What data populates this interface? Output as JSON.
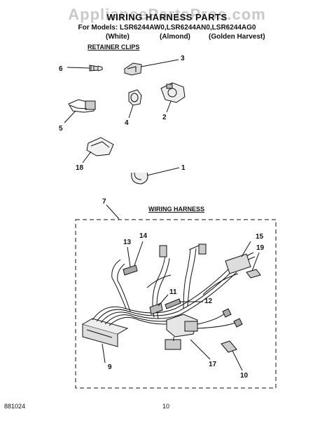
{
  "watermark": "AppliancePartsPros.com",
  "header": {
    "title": "WIRING HARNESS PARTS",
    "models": "For Models: LSR6244AW0,LSR6244AN0,LSR6244AG0",
    "variants": [
      "(White)",
      "(Almond)",
      "(Golden Harvest)"
    ]
  },
  "sections": {
    "retainer_clips": "RETAINER CLIPS",
    "wiring_harness": "WIRING HARNESS"
  },
  "callouts": {
    "c6": "6",
    "c3": "3",
    "c5": "5",
    "c4": "4",
    "c2": "2",
    "c18": "18",
    "c1": "1",
    "c7": "7",
    "c13": "13",
    "c14": "14",
    "c15": "15",
    "c19": "19",
    "c11": "11",
    "c12": "12",
    "c9": "9",
    "c17": "17",
    "c10": "10"
  },
  "footer": {
    "code": "881024",
    "page": "10"
  }
}
